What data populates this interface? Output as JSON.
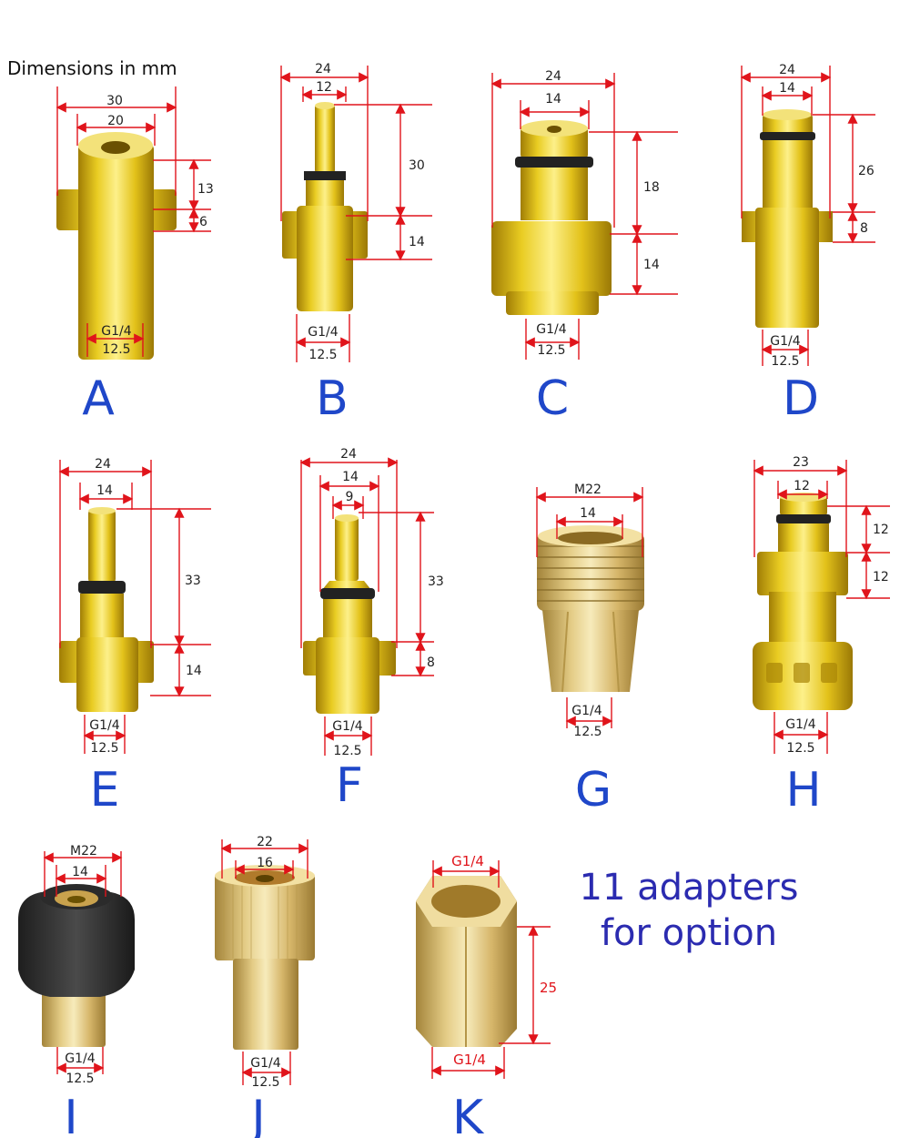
{
  "header_note": "Dimensions in mm",
  "promo": {
    "line1": "11 adapters",
    "line2": "for option"
  },
  "colors": {
    "gold": "#e5c51a",
    "brass": "#dcc273",
    "dim_line": "#e0141b",
    "letter": "#1f47c9",
    "promo_text": "#2b2bb0"
  },
  "adapters": {
    "A": {
      "letter": "A",
      "d_top_outer": "30",
      "d_top_inner": "20",
      "h_upper": "13",
      "h_lower": "6",
      "thread": "G1/4",
      "thread_d": "12.5"
    },
    "B": {
      "letter": "B",
      "w_outer": "24",
      "w_inner": "12",
      "h_upper": "30",
      "h_lower": "14",
      "thread": "G1/4",
      "thread_d": "12.5"
    },
    "C": {
      "letter": "C",
      "w_outer": "24",
      "w_inner": "14",
      "h_upper": "18",
      "h_lower": "14",
      "thread": "G1/4",
      "thread_d": "12.5"
    },
    "D": {
      "letter": "D",
      "w_outer": "24",
      "w_inner": "14",
      "h_upper": "26",
      "h_lower": "8",
      "thread": "G1/4",
      "thread_d": "12.5"
    },
    "E": {
      "letter": "E",
      "w_outer": "24",
      "w_inner": "14",
      "h_upper": "33",
      "h_lower": "14",
      "thread": "G1/4",
      "thread_d": "12.5"
    },
    "F": {
      "letter": "F",
      "w_outer": "24",
      "w_mid": "14",
      "w_inner": "9",
      "h_upper": "33",
      "h_lower": "8",
      "thread": "G1/4",
      "thread_d": "12.5"
    },
    "G": {
      "letter": "G",
      "w_outer": "M22",
      "w_inner": "14",
      "thread": "G1/4",
      "thread_d": "12.5"
    },
    "H": {
      "letter": "H",
      "w_outer": "23",
      "w_inner": "12",
      "h_upper": "12",
      "h_lower": "12",
      "thread": "G1/4",
      "thread_d": "12.5"
    },
    "I": {
      "letter": "I",
      "w_outer": "M22",
      "w_inner": "14",
      "thread": "G1/4",
      "thread_d": "12.5"
    },
    "J": {
      "letter": "J",
      "w_outer": "22",
      "w_inner": "16",
      "thread": "G1/4",
      "thread_d": "12.5"
    },
    "K": {
      "letter": "K",
      "thread_top": "G1/4",
      "height": "25",
      "thread_bottom": "G1/4"
    }
  }
}
